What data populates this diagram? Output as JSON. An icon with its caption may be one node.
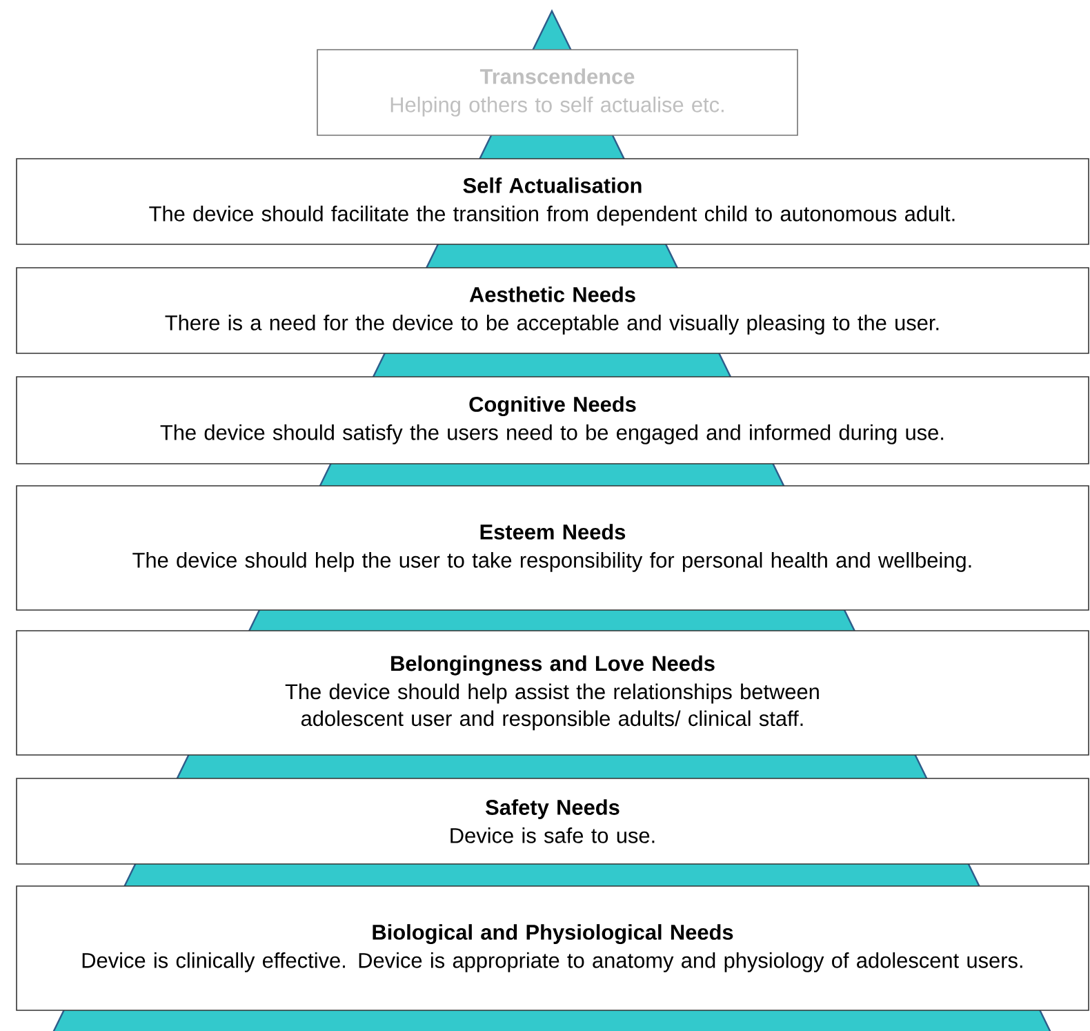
{
  "diagram": {
    "nodes": [
      {
        "text": [
          "Transcendence",
          "Helping others to self actualise etc."
        ]
      },
      {
        "text": [
          "Self Actualisation",
          "The device should facilitate the transition from dependent child to autonomous adult."
        ]
      },
      {
        "text": [
          "Aesthetic Needs",
          "There is a need for the device to be acceptable and visually pleasing to the user."
        ]
      },
      {
        "text": [
          "Cognitive Needs",
          "The device should satisfy the users need to be engaged and informed during use."
        ]
      },
      {
        "text": [
          "Esteem Needs",
          "The device should help the user to take responsibility for personal health and wellbeing."
        ]
      },
      {
        "text": [
          "Belongingness and Love Needs",
          "The device should help assist the relationships between adolescent user and responsible adults/ clinical staff."
        ]
      },
      {
        "text": [
          "Safety Needs",
          "Device is safe to use."
        ]
      },
      {
        "text": [
          "Biological and Physiological Needs",
          "Device is clinically effective. Device is appropriate to anatomy and physiology of adolescent users."
        ]
      }
    ]
  }
}
